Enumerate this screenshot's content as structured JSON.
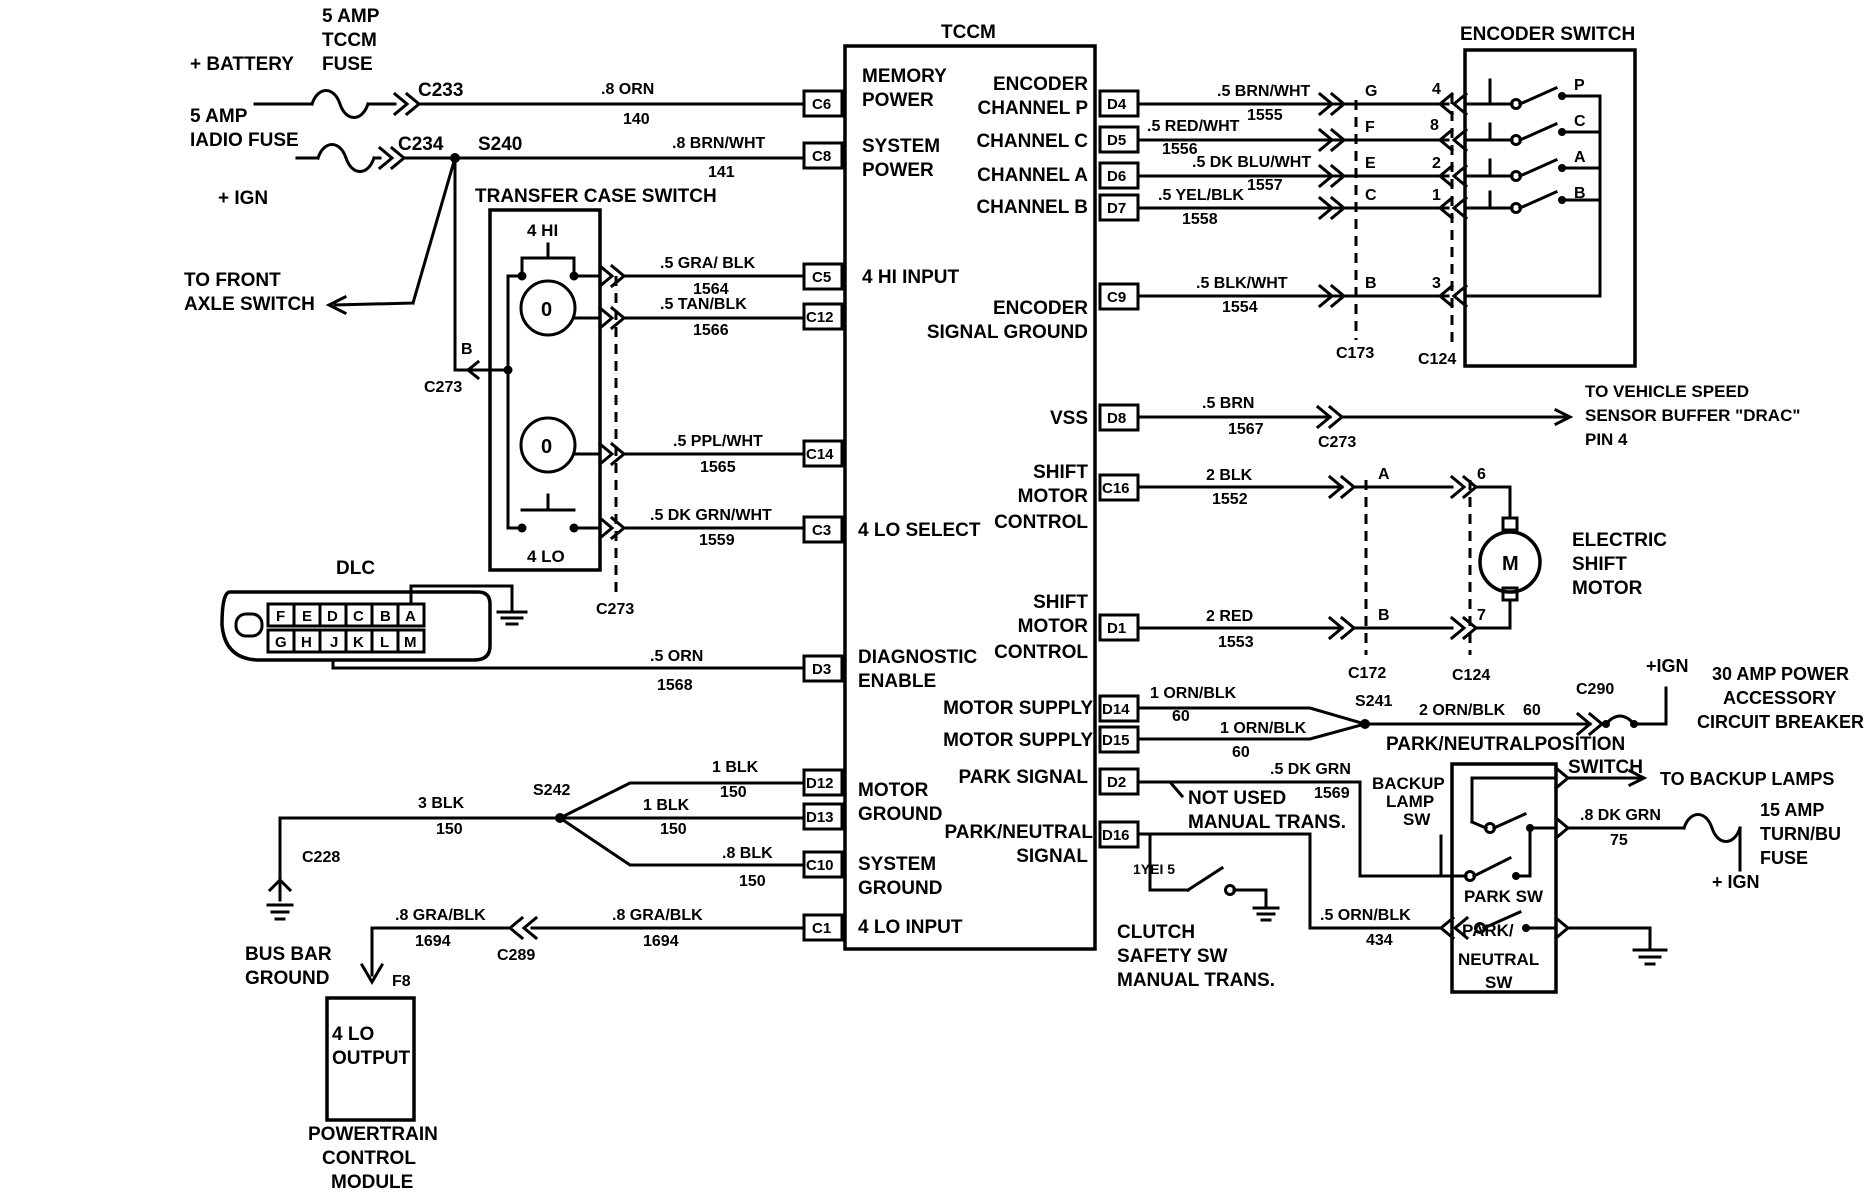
{
  "title": "TCCM",
  "tccm_pins_left": [
    {
      "name": "C6",
      "label1": "MEMORY",
      "label2": "POWER"
    },
    {
      "name": "C8",
      "label1": "SYSTEM",
      "label2": "POWER"
    },
    {
      "name": "C5",
      "label1": "4 HI INPUT",
      "label2": ""
    },
    {
      "name": "C12",
      "label1": "",
      "label2": ""
    },
    {
      "name": "C14",
      "label1": "",
      "label2": ""
    },
    {
      "name": "C3",
      "label1": "4 LO SELECT",
      "label2": ""
    },
    {
      "name": "D3",
      "label1": "DIAGNOSTIC",
      "label2": "ENABLE"
    },
    {
      "name": "D12",
      "label1": "MOTOR",
      "label2": "GROUND"
    },
    {
      "name": "D13",
      "label1": "",
      "label2": ""
    },
    {
      "name": "C10",
      "label1": "SYSTEM",
      "label2": "GROUND"
    },
    {
      "name": "C1",
      "label1": "4 LO INPUT",
      "label2": ""
    }
  ],
  "tccm_pins_right": [
    {
      "name": "D4",
      "label1": "ENCODER",
      "label2": "CHANNEL P"
    },
    {
      "name": "D5",
      "label1": "CHANNEL C",
      "label2": ""
    },
    {
      "name": "D6",
      "label1": "CHANNEL A",
      "label2": ""
    },
    {
      "name": "D7",
      "label1": "CHANNEL B",
      "label2": ""
    },
    {
      "name": "C9",
      "label1": "ENCODER",
      "label2": "SIGNAL GROUND"
    },
    {
      "name": "D8",
      "label1": "VSS",
      "label2": ""
    },
    {
      "name": "C16",
      "label1": "SHIFT",
      "label2": "MOTOR"
    },
    {
      "name": "D1",
      "label1": "SHIFT",
      "label2": "MOTOR"
    },
    {
      "name": "D14",
      "label1": "MOTOR SUPPLY",
      "label2": ""
    },
    {
      "name": "D15",
      "label1": "MOTOR SUPPLY",
      "label2": ""
    },
    {
      "name": "D2",
      "label1": "PARK SIGNAL",
      "label2": ""
    },
    {
      "name": "D16",
      "label1": "PARK/NEUTRAL",
      "label2": "SIGNAL"
    }
  ],
  "control_labels": [
    "CONTROL",
    "CONTROL"
  ],
  "wires": [
    {
      "color": ".8 ORN",
      "circuit": "140"
    },
    {
      "color": ".8 BRN/WHT",
      "circuit": "141"
    },
    {
      "color": ".5 GRA/ BLK",
      "circuit": "1564"
    },
    {
      "color": ".5 TAN/BLK",
      "circuit": "1566"
    },
    {
      "color": ".5 PPL/WHT",
      "circuit": "1565"
    },
    {
      "color": ".5 DK GRN/WHT",
      "circuit": "1559"
    },
    {
      "color": ".5 ORN",
      "circuit": "1568"
    },
    {
      "color": "1 BLK",
      "circuit": "150"
    },
    {
      "color": "1  BLK",
      "circuit": "150"
    },
    {
      "color": ".8 BLK",
      "circuit": "150"
    },
    {
      "color": "3 BLK",
      "circuit": "150"
    },
    {
      "color": ".8 GRA/BLK",
      "circuit": "1694"
    },
    {
      "color": ".8 GRA/BLK",
      "circuit": "1694"
    },
    {
      "color": ".5 BRN/WHT",
      "circuit": "1555"
    },
    {
      "color": ".5 RED/WHT",
      "circuit": "1556"
    },
    {
      "color": ".5 DK BLU/WHT",
      "circuit": "1557"
    },
    {
      "color": ".5 YEL/BLK",
      "circuit": "1558"
    },
    {
      "color": ".5 BLK/WHT",
      "circuit": "1554"
    },
    {
      "color": ".5 BRN",
      "circuit": "1567"
    },
    {
      "color": "2 BLK",
      "circuit": "1552"
    },
    {
      "color": "2 RED",
      "circuit": "1553"
    },
    {
      "color": "1 ORN/BLK",
      "circuit": "60"
    },
    {
      "color": "1 ORN/BLK",
      "circuit": "60"
    },
    {
      "color": "2 ORN/BLK",
      "circuit": "60"
    },
    {
      "color": ".5 DK GRN",
      "circuit": "1569"
    },
    {
      "color": ".5 ORN/BLK",
      "circuit": "434"
    },
    {
      "color": ".8 DK  GRN",
      "circuit": "75"
    },
    {
      "color": "1YEI 5",
      "circuit": ""
    }
  ],
  "labels": {
    "battery": "+ BATTERY",
    "fuse_tccm": [
      "5 AMP",
      "TCCM",
      "FUSE"
    ],
    "fuse_radio": [
      "5 AMP",
      "IADIO  FUSE"
    ],
    "ign": "+  IGN",
    "c233": "C233",
    "c234": "C234",
    "s240": "S240",
    "transfer_case_switch": "TRANSFER CASE SWITCH",
    "front_axle": [
      "TO FRONT",
      "AXLE SWITCH"
    ],
    "c273": "C273",
    "pin_b": "B",
    "four_hi": "4 HI",
    "four_lo": "4 LO",
    "dlc": "DLC",
    "dlc_top_row": [
      "F",
      "E",
      "D",
      "C",
      "B",
      "A"
    ],
    "dlc_bottom_row": [
      "G",
      "H",
      "J",
      "K",
      "L",
      "M"
    ],
    "s242": "S242",
    "c228": "C228",
    "bus_bar_ground": [
      "BUS BAR",
      "GROUND"
    ],
    "c289": "C289",
    "f8": "F8",
    "four_lo_output": [
      "4 LO",
      "OUTPUT"
    ],
    "pcm": [
      "POWERTRAIN",
      "CONTROL",
      "MODULE"
    ],
    "encoder_switch": "ENCODER SWITCH",
    "c173_pins": [
      "G",
      "F",
      "E",
      "C",
      "B"
    ],
    "c124_pins": [
      "4",
      "8",
      "2",
      "1",
      "3"
    ],
    "encoder_contacts": [
      "P",
      "C",
      "A",
      "B"
    ],
    "c173": "C173",
    "c124": "C124",
    "vss_dest": [
      "TO VEHICLE SPEED",
      "SENSOR BUFFER \"DRAC\"",
      "PIN 4"
    ],
    "c273_vss": "C273",
    "c172_pins": [
      "A",
      "B"
    ],
    "c124_motor_pins": [
      "6",
      "7"
    ],
    "c172": "C172",
    "c124_motor": "C124",
    "motor_symbol": "M",
    "electric_shift_motor": [
      "ELECTRIC",
      "SHIFT",
      "MOTOR"
    ],
    "s241": "S241",
    "c290": "C290",
    "ign_breaker": "+IGN",
    "breaker": [
      "30 AMP POWER",
      "ACCESSORY",
      "CIRCUIT BREAKER"
    ],
    "pn_switch": [
      "PARK/NEUTRALPOSITION",
      "SWITCH"
    ],
    "backup_lamps": "TO BACKUP LAMPS",
    "backup_lamp_sw": [
      "BACKUP",
      "LAMP",
      "SW"
    ],
    "park_sw": "PARK SW",
    "park_neutral_sw": [
      "PARK/",
      "NEUTRAL",
      "SW"
    ],
    "fuse_turn": [
      "15 AMP",
      "TURN/BU",
      "FUSE"
    ],
    "ign_turn": "+ IGN",
    "not_used": [
      "NOT USED",
      "MANUAL TRANS."
    ],
    "clutch": [
      "CLUTCH",
      "SAFETY SW",
      "MANUAL TRANS."
    ]
  }
}
